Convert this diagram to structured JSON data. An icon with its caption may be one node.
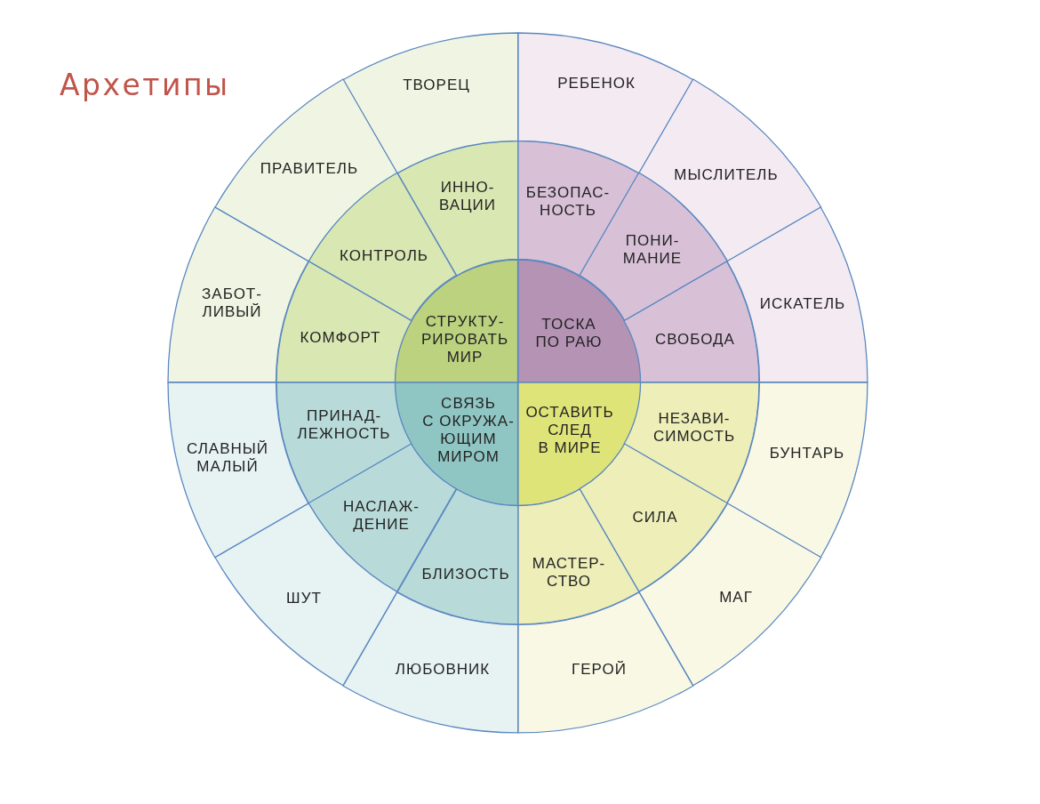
{
  "diagram": {
    "title": "Архетипы",
    "nodes": [
      {
        "text": [
          "СТРУКТУ- РИРОВАТЬ МИР"
        ]
      },
      {
        "text": [
          "ИННО- ВАЦИИ"
        ]
      },
      {
        "text": [
          "КОНТРОЛЬ"
        ]
      },
      {
        "text": [
          "КОМФОРТ"
        ]
      },
      {
        "text": [
          "ТВОРЕЦ"
        ]
      },
      {
        "text": [
          "ПРАВИТЕЛЬ"
        ]
      },
      {
        "text": [
          "ЗАБОТ- ЛИВЫЙ"
        ]
      },
      {
        "text": [
          "ТОСКА ПО РАЮ"
        ]
      },
      {
        "text": [
          "БЕЗОПАС- НОСТЬ"
        ]
      },
      {
        "text": [
          "ПОНИ- МАНИЕ"
        ]
      },
      {
        "text": [
          "СВОБОДА"
        ]
      },
      {
        "text": [
          "РЕБЕНОК"
        ]
      },
      {
        "text": [
          "МЫСЛИТЕЛЬ"
        ]
      },
      {
        "text": [
          "ИСКАТЕЛЬ"
        ]
      },
      {
        "text": [
          "СВЯЗЬ С ОКРУЖА- ЮЩИМ МИРОМ"
        ]
      },
      {
        "text": [
          "ПРИНАД- ЛЕЖНОСТЬ"
        ]
      },
      {
        "text": [
          "НАСЛАЖ- ДЕНИЕ"
        ]
      },
      {
        "text": [
          "БЛИЗОСТЬ"
        ]
      },
      {
        "text": [
          "СЛАВНЫЙ МАЛЫЙ"
        ]
      },
      {
        "text": [
          "ШУТ"
        ]
      },
      {
        "text": [
          "ЛЮБОВНИК"
        ]
      },
      {
        "text": [
          "ОСТАВИТЬ СЛЕД В МИРЕ"
        ]
      },
      {
        "text": [
          "НЕЗАВИ- СИМОСТЬ"
        ]
      },
      {
        "text": [
          "СИЛА"
        ]
      },
      {
        "text": [
          "МАСТЕР- СТВО"
        ]
      },
      {
        "text": [
          "БУНТАРЬ"
        ]
      },
      {
        "text": [
          "МАГ"
        ]
      },
      {
        "text": [
          "ГЕРОЙ"
        ]
      }
    ]
  }
}
